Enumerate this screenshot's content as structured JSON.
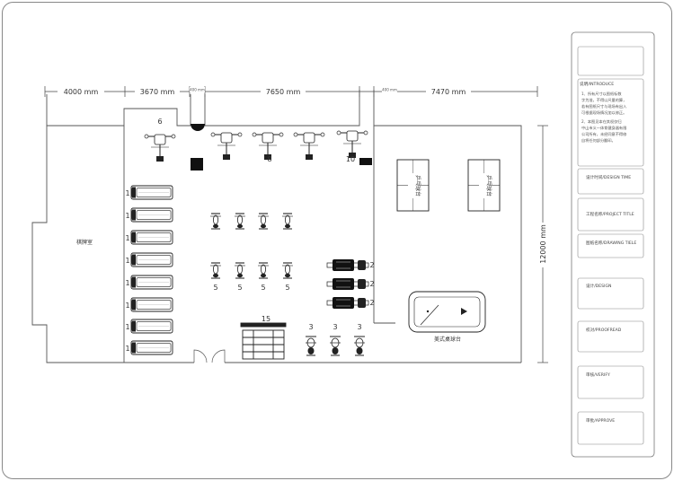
{
  "dimensions": {
    "top": [
      "4000 mm",
      "3670 mm",
      "7650 mm",
      "7470 mm"
    ],
    "small": [
      "400 mm",
      "400 mm"
    ],
    "right": "12000 mm"
  },
  "rooms": {
    "chess_room": "棋牌室",
    "table_tennis": "乒乓球台",
    "billiards": "美式桌球台"
  },
  "equipment_labels": {
    "pulley_machine": "6",
    "strength_machine": "8",
    "hip_machine": "10",
    "treadmill": "1",
    "rowing_machine": "2",
    "spin_bike": "5",
    "upright_bike": "3",
    "rack": "15"
  },
  "title_block": {
    "introduce_label": "说明/INTRODUCE",
    "introduce_lines": [
      "1、所有尺寸以图纸标数",
      "字为准，不得以尺量的算，",
      "若有图纸尺寸与现场有出入",
      "可根据现场情况加以修正。",
      "2、本图见本在其权仅归",
      "中山市义一体育健身器有限",
      "公司所有，未经同意不得修",
      "自将任何部分翻印。"
    ],
    "design_time": "设计时间/DESIGN TIME",
    "project_title": "工程名称/PROJECT TITLE",
    "drawing_title": "图纸名称/DRAWING TIELE",
    "design": "设计/DESIGN",
    "proofread": "校对/PROOFREAD",
    "verify": "审核/VERIFY",
    "approve": "审批/APPROVE"
  }
}
